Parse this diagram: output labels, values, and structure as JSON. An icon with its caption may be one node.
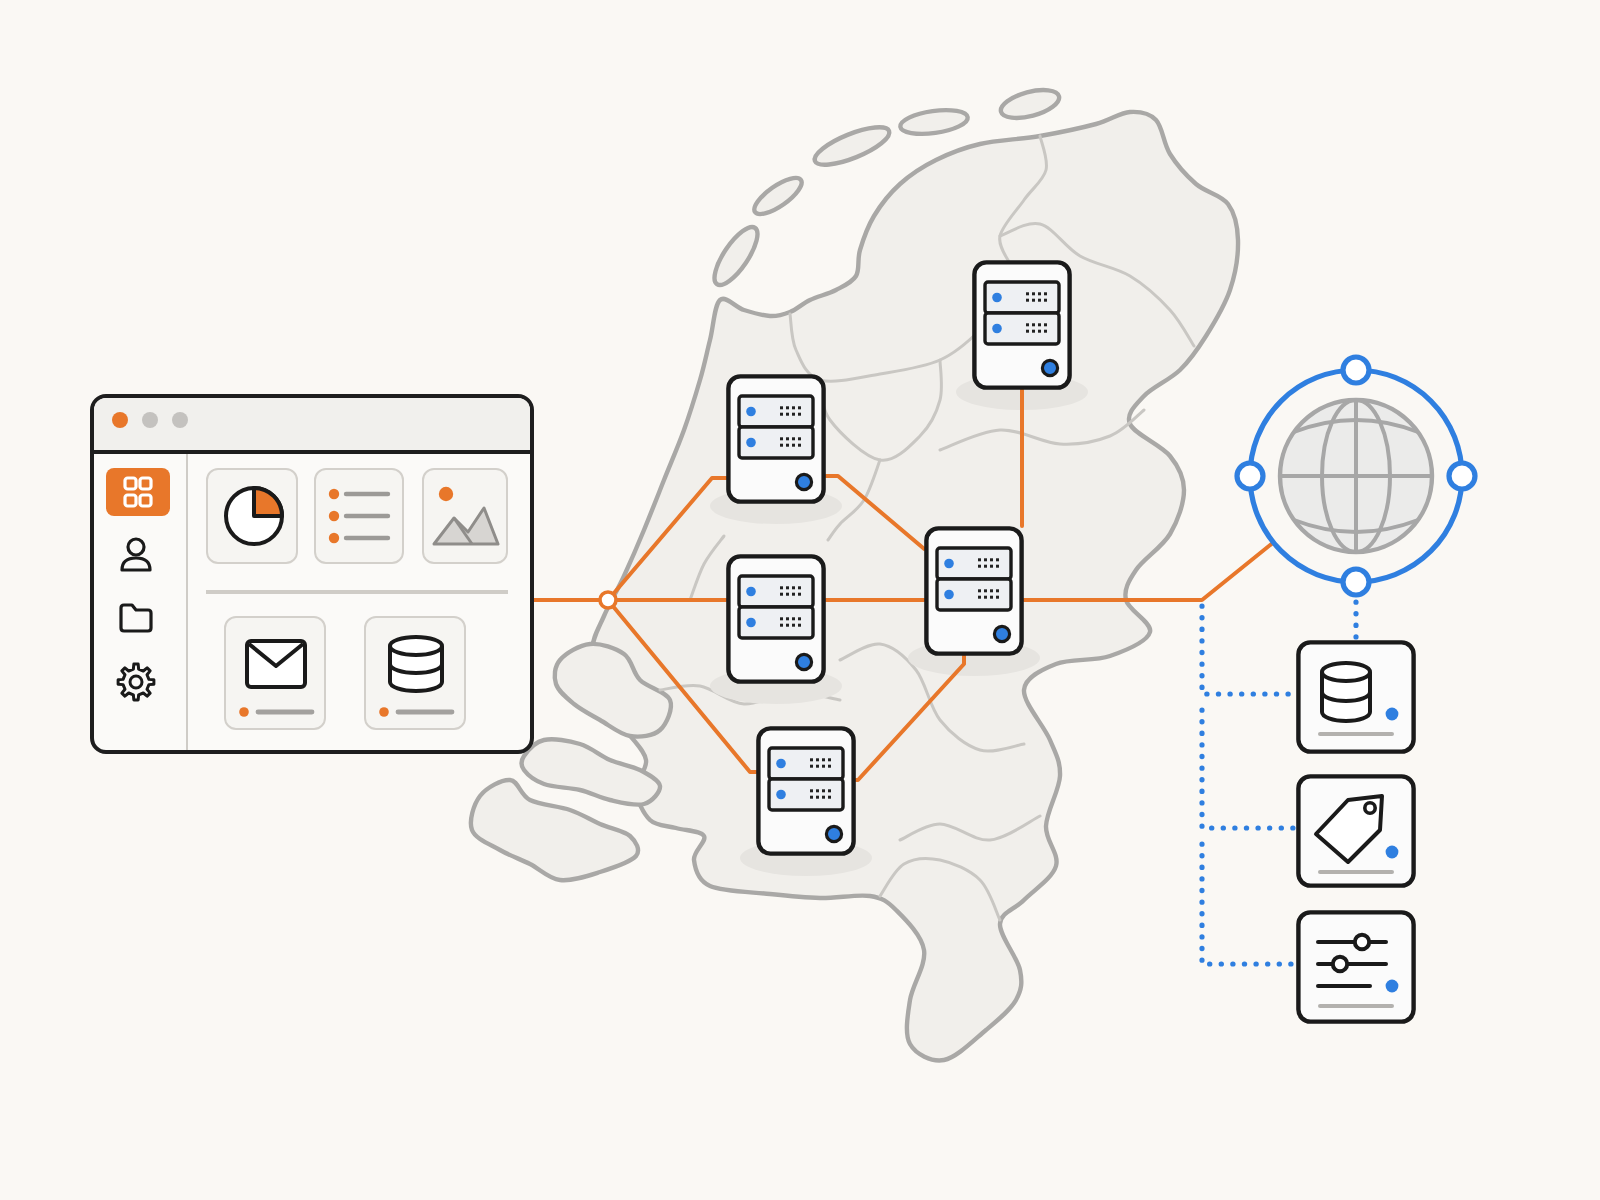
{
  "diagram": {
    "nodes": [
      {
        "text": [],
        "shape": "window"
      },
      {
        "text": [],
        "shape": "circle"
      },
      {
        "text": [],
        "shape": "server"
      },
      {
        "text": [],
        "shape": "server"
      },
      {
        "text": [],
        "shape": "server"
      },
      {
        "text": [],
        "shape": "server"
      },
      {
        "text": [],
        "shape": "server"
      },
      {
        "text": [],
        "shape": "globe"
      },
      {
        "text": [],
        "shape": "box"
      },
      {
        "text": [],
        "shape": "box"
      },
      {
        "text": [],
        "shape": "box"
      }
    ],
    "edges": [
      {
        "from": 0,
        "to": 1,
        "arrow": "none"
      },
      {
        "from": 1,
        "to": 2,
        "arrow": "none"
      },
      {
        "from": 1,
        "to": 3,
        "arrow": "none"
      },
      {
        "from": 1,
        "to": 4,
        "arrow": "none"
      },
      {
        "from": 2,
        "to": 6,
        "arrow": "none"
      },
      {
        "from": 3,
        "to": 6,
        "arrow": "none"
      },
      {
        "from": 4,
        "to": 6,
        "arrow": "none"
      },
      {
        "from": 5,
        "to": 6,
        "arrow": "none"
      },
      {
        "from": 6,
        "to": 7,
        "arrow": "none"
      },
      {
        "from": 7,
        "to": 8,
        "arrow": "none",
        "style": "dashed",
        "color": "#2f7fe0"
      },
      {
        "from": null,
        "to": 8,
        "arrow": "none",
        "style": "dashed",
        "color": "#2f7fe0"
      },
      {
        "from": null,
        "to": 9,
        "arrow": "none",
        "style": "dashed",
        "color": "#2f7fe0"
      },
      {
        "from": null,
        "to": 10,
        "arrow": "none",
        "style": "dashed",
        "color": "#2f7fe0"
      }
    ]
  }
}
